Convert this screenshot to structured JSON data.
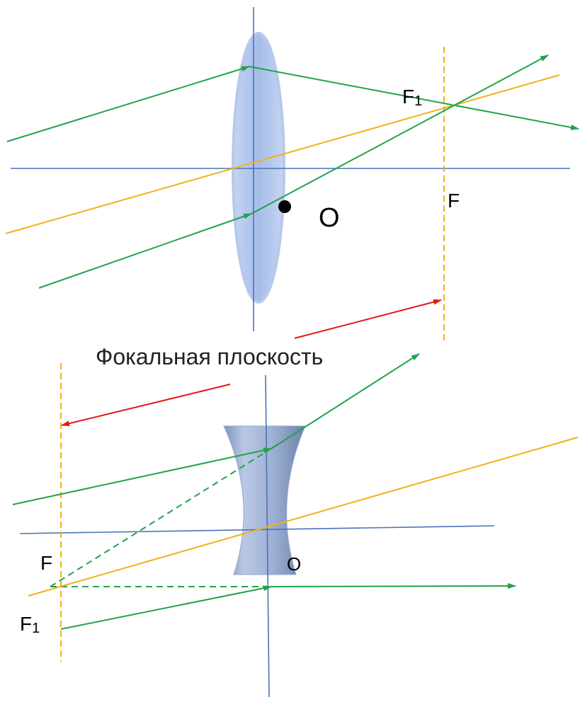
{
  "colors": {
    "axis": "#4a72b8",
    "ray": "#21a34a",
    "central_ray": "#f0b21a",
    "pointer": "#e01818",
    "focal_line": "#f0b21a",
    "converging_lens": "#a9c0ea",
    "diverging_lens": "#8aa0c8"
  },
  "top_diagram": {
    "labels": {
      "secondary_focus": "F",
      "secondary_focus_sub": "1",
      "focus": "F",
      "center": "O"
    }
  },
  "caption": "Фокальная плоскость",
  "bottom_diagram": {
    "labels": {
      "focus": "F",
      "secondary_focus": "F",
      "secondary_focus_sub": "1",
      "center": "O"
    }
  }
}
